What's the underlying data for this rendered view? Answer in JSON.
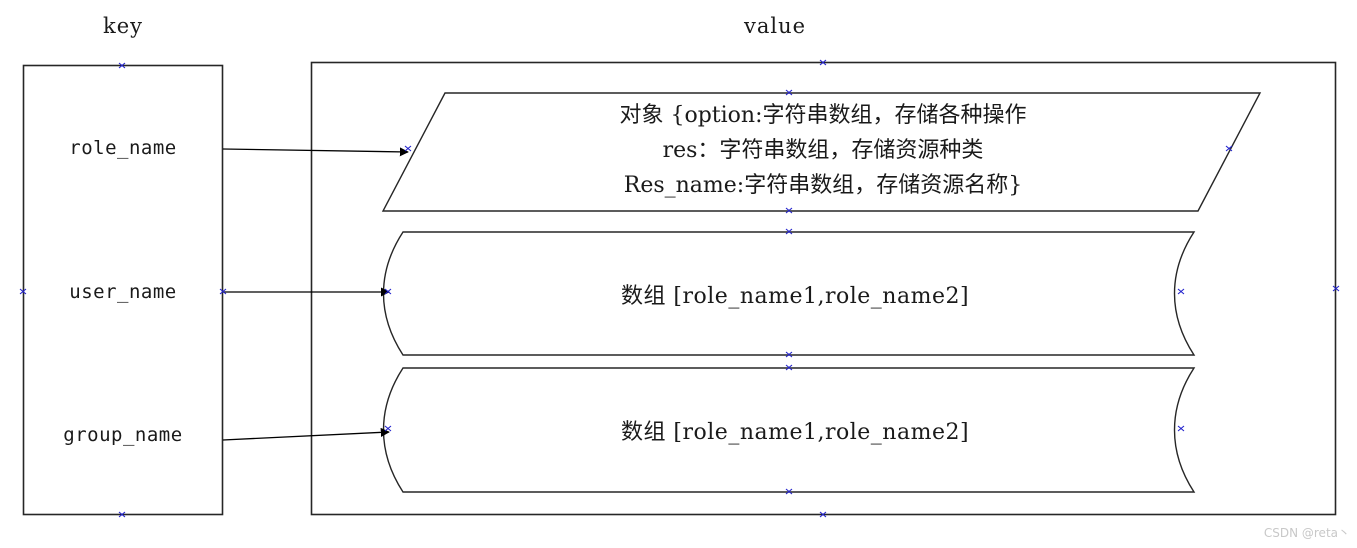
{
  "headers": {
    "key": "key",
    "value": "value"
  },
  "keys": [
    {
      "label": "role_name"
    },
    {
      "label": "user_name"
    },
    {
      "label": "group_name"
    }
  ],
  "values": {
    "object_shape": {
      "shape": "parallelogram",
      "lines": [
        "对象 {option:字符串数组，存储各种操作",
        "res：字符串数组，存储资源种类",
        "Res_name:字符串数组，存储资源名称}"
      ]
    },
    "array_shapes": [
      {
        "shape": "tape",
        "text": "数组 [role_name1,role_name2]"
      },
      {
        "shape": "tape",
        "text": "数组 [role_name1,role_name2]"
      }
    ]
  },
  "connectors": [
    {
      "from": "role_name",
      "to": "object_shape",
      "arrow": "filled-triangle"
    },
    {
      "from": "user_name",
      "to": "array_shape_1",
      "arrow": "filled-triangle"
    },
    {
      "from": "group_name",
      "to": "array_shape_2",
      "arrow": "filled-triangle"
    }
  ],
  "watermark": "CSDN @reta丶",
  "colors": {
    "stroke": "#262626",
    "text": "#1a1a1a",
    "background": "#ffffff",
    "handle": "#2222cc",
    "watermark": "#c8c8c8"
  }
}
